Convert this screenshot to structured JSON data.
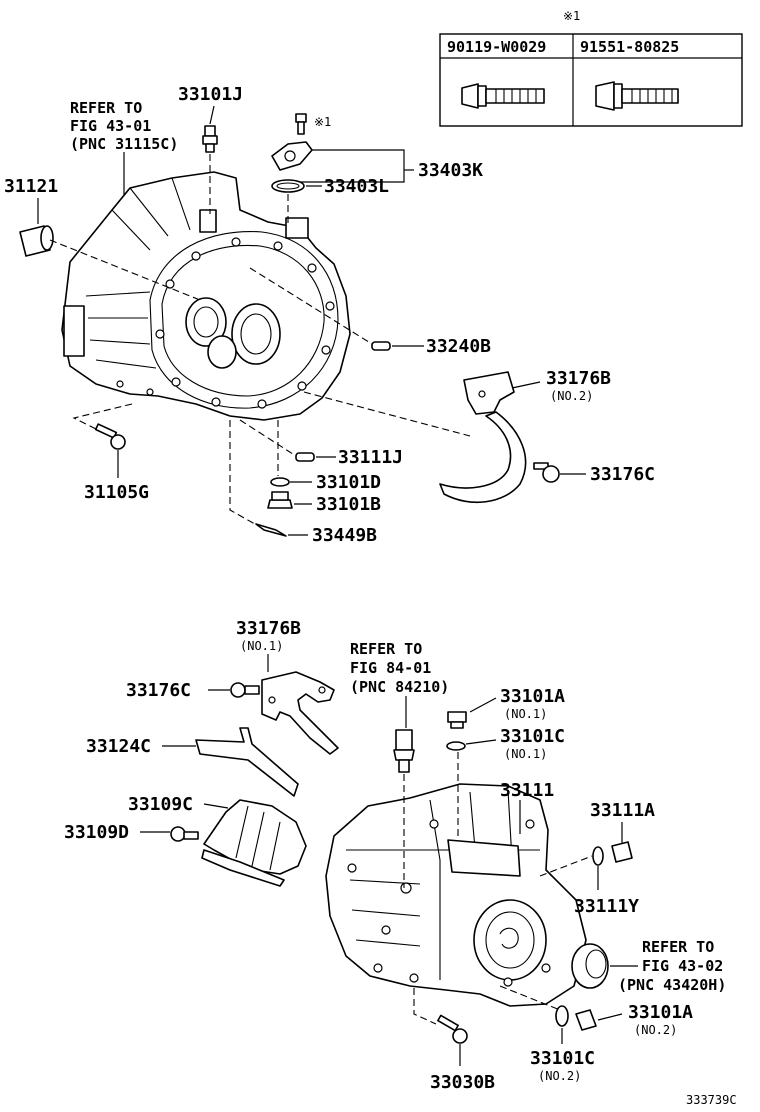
{
  "table": {
    "note_mark": "※1",
    "col1": "90119-W0029",
    "col2": "91551-80825"
  },
  "top": {
    "ref1": [
      "REFER TO",
      "FIG 43-01",
      "(PNC 31115C)"
    ],
    "p33101J": "33101J",
    "p31121": "31121",
    "note1": "※1",
    "p33403K": "33403K",
    "p33403L": "33403L",
    "p33240B": "33240B",
    "p33176B": "33176B",
    "p33176B_sub": "(NO.2)",
    "p33176C": "33176C",
    "p33111J": "33111J",
    "p33101D": "33101D",
    "p33101B": "33101B",
    "p33449B": "33449B",
    "p31105G": "31105G"
  },
  "bottom": {
    "p33176B": "33176B",
    "p33176B_sub": "(NO.1)",
    "ref2": [
      "REFER TO",
      "FIG 84-01",
      "(PNC 84210)"
    ],
    "p33176C": "33176C",
    "p33101A": "33101A",
    "p33101A_sub": "(NO.1)",
    "p33101C": "33101C",
    "p33101C_sub": "(NO.1)",
    "p33124C": "33124C",
    "p33111": "33111",
    "p33109C": "33109C",
    "p33111A": "33111A",
    "p33109D": "33109D",
    "p33111Y": "33111Y",
    "ref3": [
      "REFER TO",
      "FIG 43-02",
      "(PNC 43420H)"
    ],
    "p33101A_2": "33101A",
    "p33101A_2_sub": "(NO.2)",
    "p33101C_2": "33101C",
    "p33101C_2_sub": "(NO.2)",
    "p33030B": "33030B"
  },
  "figure_id": "333739C"
}
